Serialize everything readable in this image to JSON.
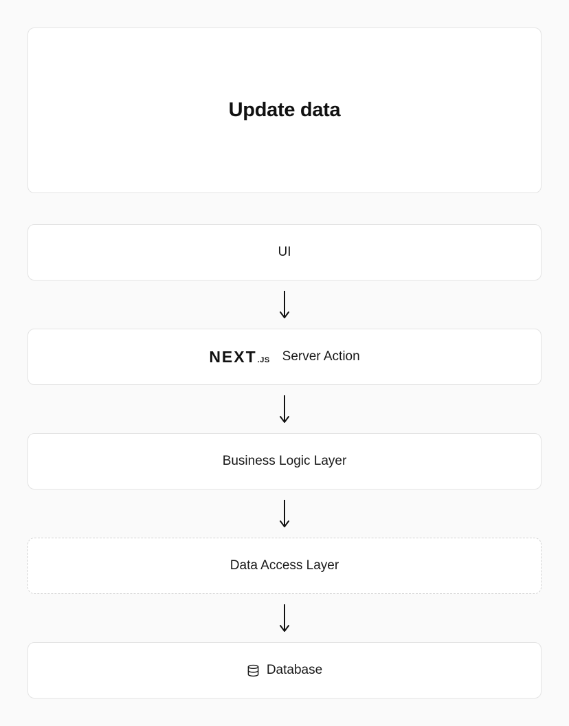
{
  "diagram": {
    "title": "Update data",
    "nodes": [
      {
        "id": "ui",
        "label": "UI"
      },
      {
        "id": "server-action",
        "brand": "NEXT",
        "brand_suffix": ".JS",
        "label": "Server Action"
      },
      {
        "id": "business-logic-layer",
        "label": "Business Logic Layer"
      },
      {
        "id": "data-access-layer",
        "label": "Data Access Layer",
        "border": "dashed"
      },
      {
        "id": "database",
        "label": "Database",
        "icon": "database-icon"
      }
    ],
    "colors": {
      "background": "#fafafa",
      "card_background": "#ffffff",
      "card_border": "#e3e3e3",
      "dashed_border": "#d2d2d2",
      "text": "#171717",
      "arrow": "#111111"
    }
  }
}
